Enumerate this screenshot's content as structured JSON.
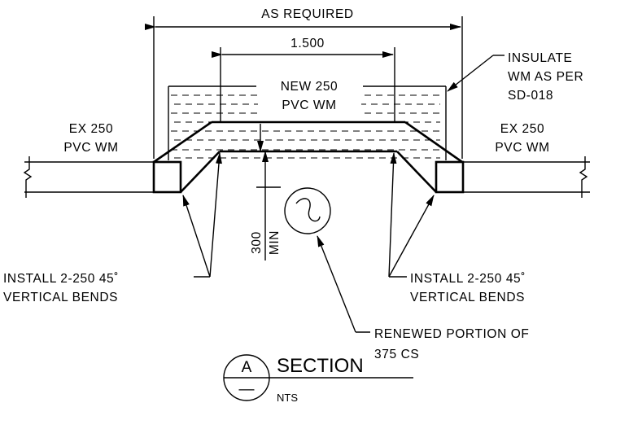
{
  "labels": {
    "as_required": "AS REQUIRED",
    "dim_1500": "1.500",
    "insulate_1": "INSULATE",
    "insulate_2": "WM AS PER",
    "insulate_3": "SD-018",
    "new_wm_1": "NEW 250",
    "new_wm_2": "PVC WM",
    "ex_left_1": "EX 250",
    "ex_left_2": "PVC WM",
    "ex_right_1": "EX 250",
    "ex_right_2": "PVC WM",
    "min_300_a": "300",
    "min_300_b": "MIN",
    "install_left_1": "INSTALL 2-250 45˚",
    "install_left_2": "VERTICAL BENDS",
    "install_right_1": "INSTALL 2-250 45˚",
    "install_right_2": "VERTICAL BENDS",
    "renewed_1": "RENEWED PORTION OF",
    "renewed_2": "375 CS",
    "section_letter": "A",
    "section_sub": "—",
    "section_title": "SECTION",
    "section_scale": "NTS"
  }
}
